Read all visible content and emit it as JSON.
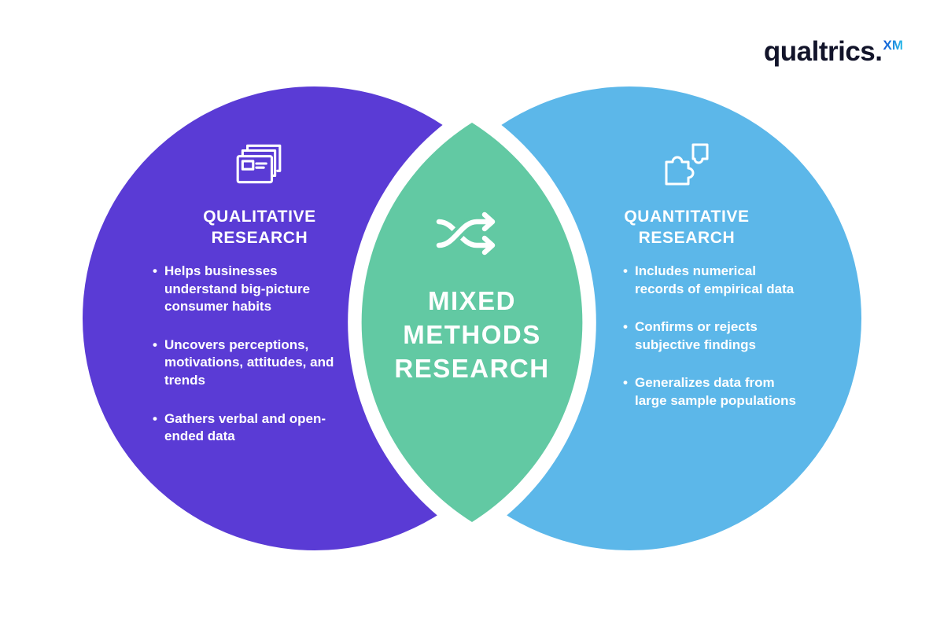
{
  "colors": {
    "qualitative": "#5a3bd5",
    "quantitative": "#5cb7e9",
    "mixed": "#62c9a3",
    "text": "#ffffff",
    "logo_text": "#12142a",
    "logo_xm_start": "#0f5bd6",
    "logo_xm_end": "#2fbbe9"
  },
  "logo": {
    "brand": "qualtrics.",
    "xm": "XM"
  },
  "venn": {
    "left": {
      "title": "QUALITATIVE RESEARCH",
      "icon": "documents-icon",
      "bullets": [
        "Helps businesses understand big-picture consumer habits",
        "Uncovers perceptions, motivations, attitudes, and trends",
        "Gathers verbal and open-ended data"
      ]
    },
    "center": {
      "title": "MIXED METHODS RESEARCH",
      "icon": "shuffle-icon"
    },
    "right": {
      "title": "QUANTITATIVE RESEARCH",
      "icon": "puzzle-icon",
      "bullets": [
        "Includes numerical records of empirical data",
        "Confirms or rejects subjective findings",
        "Generalizes data from large sample populations"
      ]
    }
  }
}
